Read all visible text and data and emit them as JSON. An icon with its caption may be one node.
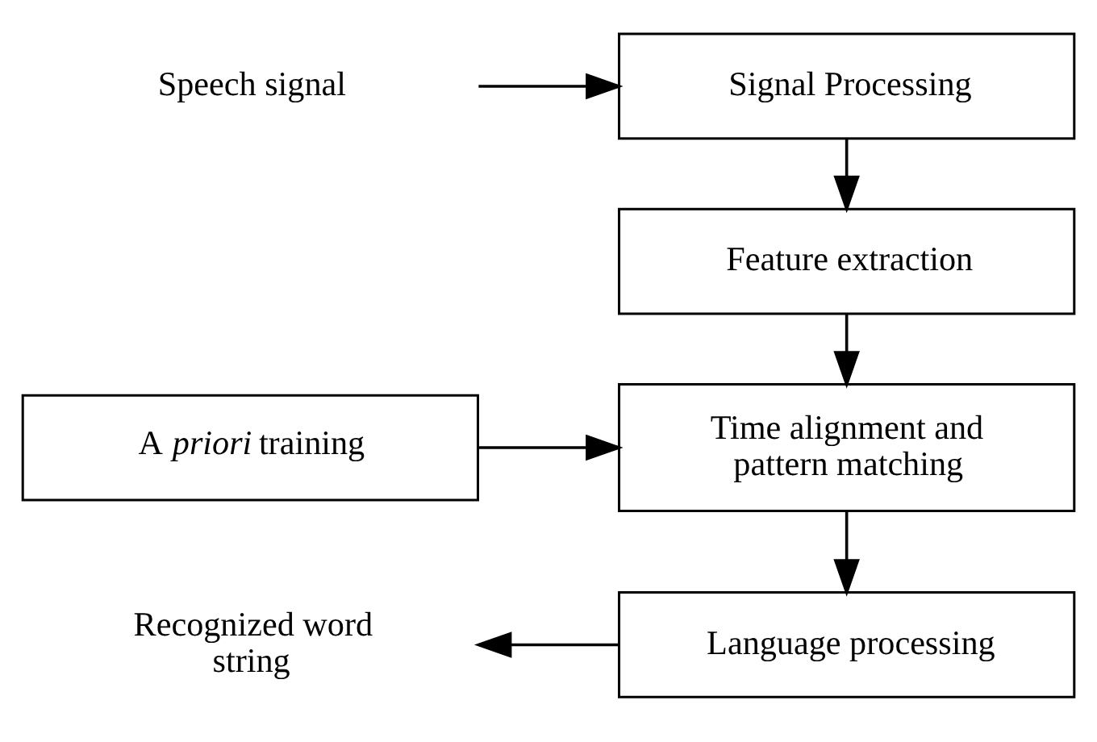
{
  "diagram": {
    "nodes": [
      {
        "text": [
          "Speech signal"
        ]
      },
      {
        "text": [
          "Signal Processing"
        ]
      },
      {
        "text": [
          "Feature extraction"
        ]
      },
      {
        "text": [
          "A *priori* training"
        ]
      },
      {
        "text": [
          "Time alignment and pattern matching"
        ]
      },
      {
        "text": [
          "Language processing"
        ]
      },
      {
        "text": [
          "Recognized word string"
        ]
      }
    ],
    "edges": [
      {
        "from": 0,
        "to": 1,
        "arrow": "to"
      },
      {
        "from": 1,
        "to": 2,
        "arrow": "to"
      },
      {
        "from": 2,
        "to": 4,
        "arrow": "to"
      },
      {
        "from": 3,
        "to": 4,
        "arrow": "to"
      },
      {
        "from": 4,
        "to": 5,
        "arrow": "to"
      },
      {
        "from": 5,
        "to": 6,
        "arrow": "to"
      }
    ]
  }
}
